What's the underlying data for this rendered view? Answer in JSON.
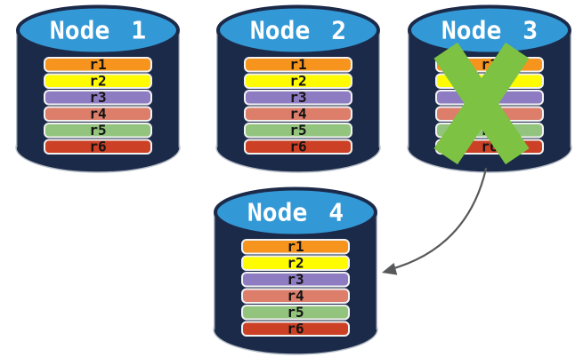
{
  "diagram": {
    "nodes": [
      {
        "title": "Node 1",
        "status": "ok"
      },
      {
        "title": "Node 2",
        "status": "ok"
      },
      {
        "title": "Node 3",
        "status": "failed"
      },
      {
        "title": "Node 4",
        "status": "ok"
      }
    ],
    "rows": [
      {
        "label": "r1",
        "color": "#F7941E"
      },
      {
        "label": "r2",
        "color": "#FFFB00"
      },
      {
        "label": "r3",
        "color": "#8E7CC3"
      },
      {
        "label": "r4",
        "color": "#DD7E6B"
      },
      {
        "label": "r5",
        "color": "#93C47D"
      },
      {
        "label": "r6",
        "color": "#CC4125"
      }
    ],
    "arrow": {
      "from": "Node 3",
      "to": "Node 4"
    },
    "colors": {
      "cylinder_body": "#1C2A4A",
      "cylinder_top": "#3399D6",
      "title_text": "#FFFFFF",
      "row_text": "#131313",
      "failure_x": "#7DC242",
      "arrow": "#58595B"
    }
  }
}
